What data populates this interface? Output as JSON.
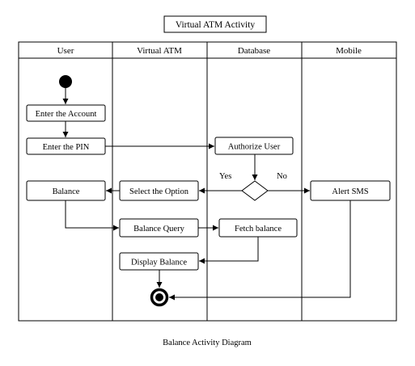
{
  "diagram": {
    "title": "Virtual ATM Activity",
    "caption": "Balance Activity Diagram",
    "lanes": [
      "User",
      "Virtual ATM",
      "Database",
      "Mobile"
    ],
    "nodes": {
      "enter_account": "Enter the Account",
      "enter_pin": "Enter the PIN",
      "authorize_user": "Authorize User",
      "select_option": "Select the Option",
      "balance": "Balance",
      "alert_sms": "Alert SMS",
      "balance_query": "Balance Query",
      "fetch_balance": "Fetch balance",
      "display_balance": "Display Balance"
    },
    "branches": {
      "yes": "Yes",
      "no": "No"
    }
  }
}
